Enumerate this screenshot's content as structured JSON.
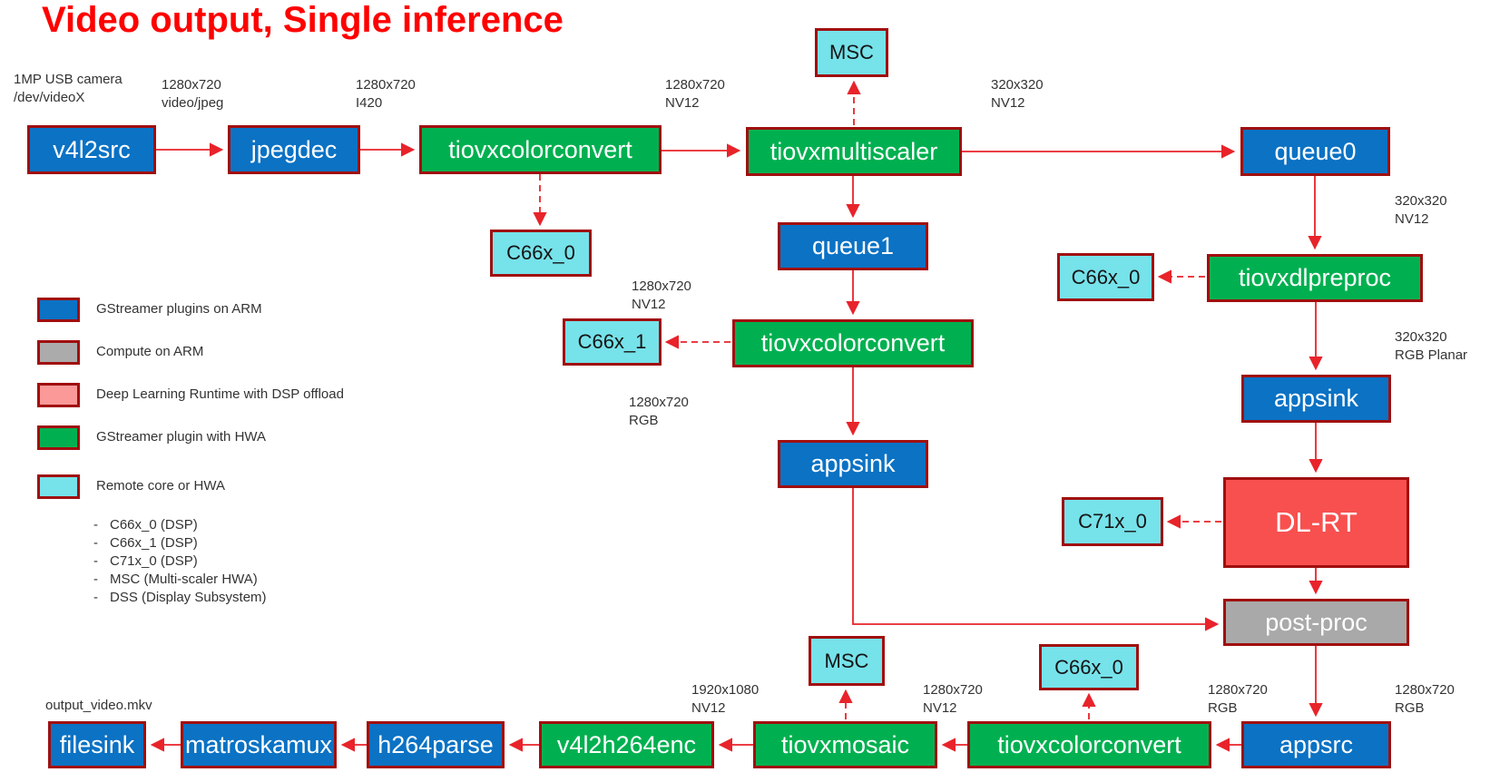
{
  "title": {
    "text": "Video output, Single inference",
    "color": "#FF0000"
  },
  "palette": {
    "gstreamer_arm_blue": "#0B72C4",
    "compute_arm_gray": "#ABABAB",
    "dl_runtime_pink": "#FB9898",
    "dl_rt_red": "#F8504F",
    "gstreamer_hwa_green": "#00B050",
    "remote_core_cyan": "#76E2EA",
    "box_border_dark_red": "#A00F0F",
    "arrow_red": "#E8232A"
  },
  "nodes": {
    "v4l2src": {
      "label": "v4l2src"
    },
    "jpegdec": {
      "label": "jpegdec"
    },
    "colorconvert1": {
      "label": "tiovxcolorconvert"
    },
    "multiscaler": {
      "label": "tiovxmultiscaler"
    },
    "queue0": {
      "label": "queue0"
    },
    "msc_top": {
      "label": "MSC"
    },
    "c66x0_a": {
      "label": "C66x_0"
    },
    "queue1": {
      "label": "queue1"
    },
    "c66x1": {
      "label": "C66x_1"
    },
    "colorconvert2": {
      "label": "tiovxcolorconvert"
    },
    "appsink_mid": {
      "label": "appsink"
    },
    "c66x0_preproc": {
      "label": "C66x_0"
    },
    "dlpreproc": {
      "label": "tiovxdlpreproc"
    },
    "appsink_right": {
      "label": "appsink"
    },
    "c71x0": {
      "label": "C71x_0"
    },
    "dl_rt": {
      "label": "DL-RT"
    },
    "post_proc": {
      "label": "post-proc"
    },
    "appsrc": {
      "label": "appsrc"
    },
    "colorconvert3": {
      "label": "tiovxcolorconvert"
    },
    "mosaic": {
      "label": "tiovxmosaic"
    },
    "msc_bottom": {
      "label": "MSC"
    },
    "c66x0_mosaic": {
      "label": "C66x_0"
    },
    "v4l2h264enc": {
      "label": "v4l2h264enc"
    },
    "h264parse": {
      "label": "h264parse"
    },
    "matroskamux": {
      "label": "matroskamux"
    },
    "filesink": {
      "label": "filesink"
    }
  },
  "labels": {
    "camera": "1MP USB camera\n/dev/videoX",
    "jpeg_720": "1280x720\nvideo/jpeg",
    "i420_720": "1280x720\nI420",
    "nv12_720_top": "1280x720\nNV12",
    "nv12_320_top": "320x320\nNV12",
    "nv12_320_right": "320x320\nNV12",
    "rgb_planar_320": "320x320\nRGB Planar",
    "nv12_720_mid": "1280x720\nNV12",
    "rgb_720_mid": "1280x720\nRGB",
    "rgb_720_left": "1280x720\nRGB",
    "rgb_720_right": "1280x720\nRGB",
    "nv12_1080": "1920x1080\nNV12",
    "nv12_720_bottom": "1280x720\nNV12",
    "output_file": "output_video.mkv"
  },
  "legend": {
    "items": [
      {
        "label": "GStreamer plugins on ARM"
      },
      {
        "label": "Compute on ARM"
      },
      {
        "label": "Deep Learning Runtime with DSP offload"
      },
      {
        "label": "GStreamer plugin with HWA"
      },
      {
        "label": "Remote core or HWA"
      }
    ],
    "notes": [
      "C66x_0 (DSP)",
      "C66x_1 (DSP)",
      "C71x_0 (DSP)",
      "MSC (Multi-scaler HWA)",
      "DSS (Display Subsystem)"
    ]
  }
}
